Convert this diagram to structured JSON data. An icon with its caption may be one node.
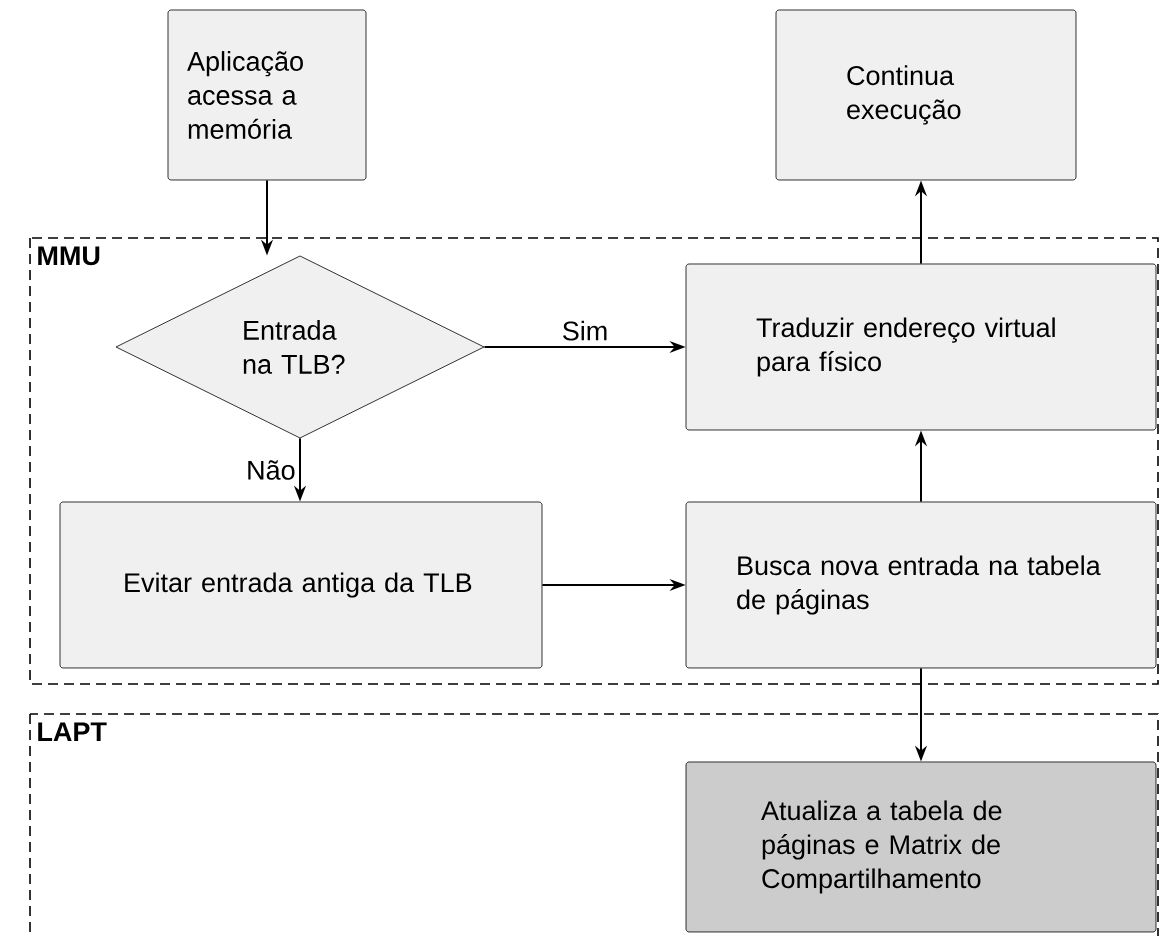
{
  "diagram": {
    "nodes": [
      {
        "text": [
          "Aplicação acessa a memória"
        ]
      },
      {
        "text": [
          "Continua execução"
        ]
      },
      {
        "text": [
          "MMU"
        ]
      },
      {
        "text": [
          "Entrada na TLB?"
        ],
        "in": 2
      },
      {
        "text": [
          "Traduzir endereço virtual para físico"
        ],
        "in": 2
      },
      {
        "text": [
          "Evitar entrada antiga da TLB"
        ],
        "in": 2
      },
      {
        "text": [
          "Busca nova entrada na tabela de páginas"
        ],
        "in": 2
      },
      {
        "text": [
          "LAPT"
        ]
      },
      {
        "text": [
          "Atualiza a tabela de páginas e Matrix de Compartilhamento"
        ],
        "in": 7
      }
    ],
    "edges": [
      {
        "from": 0,
        "to": 3,
        "arrow": "to"
      },
      {
        "from": 3,
        "to": 4,
        "arrow": "to",
        "label": "Sim"
      },
      {
        "from": 3,
        "to": 5,
        "arrow": "to",
        "label": "Não"
      },
      {
        "from": 5,
        "to": 6,
        "arrow": "to"
      },
      {
        "from": 6,
        "to": 4,
        "arrow": "to"
      },
      {
        "from": 4,
        "to": 1,
        "arrow": "to"
      },
      {
        "from": 6,
        "to": 8,
        "arrow": "to"
      }
    ]
  }
}
